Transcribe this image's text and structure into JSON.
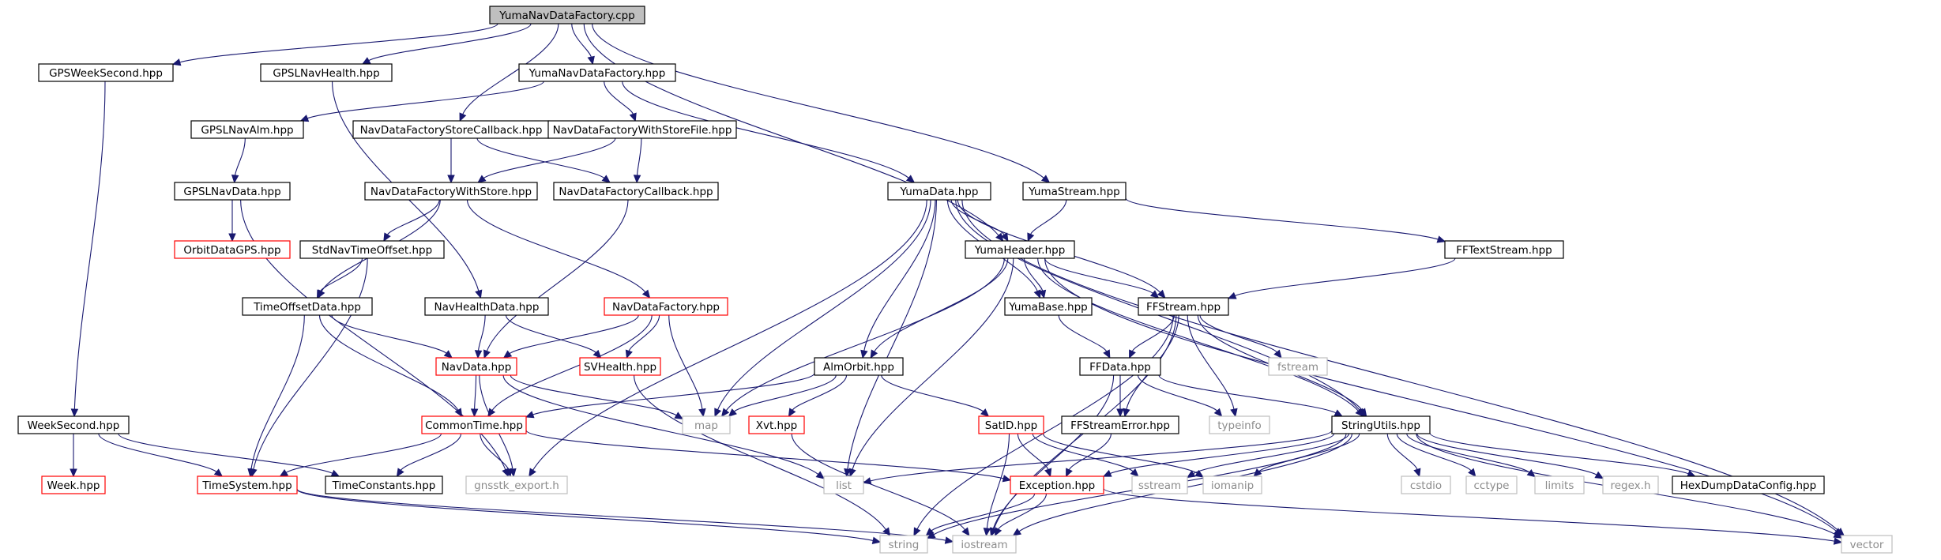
{
  "graph": {
    "colors": {
      "edge": "#191970",
      "node_border_normal": "#000000",
      "node_border_missing": "#bfbfbf",
      "node_border_truncated": "#ff0000",
      "node_fill_root": "#bfbfbf",
      "node_fill": "#ffffff",
      "text_normal": "#000000",
      "text_missing": "#8c8c8c"
    },
    "nodes": [
      {
        "id": "YumaNavDataFactory_cpp",
        "label": "YumaNavDataFactory.cpp",
        "kind": "root"
      },
      {
        "id": "GPSWeekSecond_hpp",
        "label": "GPSWeekSecond.hpp",
        "kind": "normal"
      },
      {
        "id": "GPSLNavHealth_hpp",
        "label": "GPSLNavHealth.hpp",
        "kind": "normal"
      },
      {
        "id": "YumaNavDataFactory_hpp",
        "label": "YumaNavDataFactory.hpp",
        "kind": "normal"
      },
      {
        "id": "GPSLNavAlm_hpp",
        "label": "GPSLNavAlm.hpp",
        "kind": "normal"
      },
      {
        "id": "NavDataFactoryStoreCallback_hpp",
        "label": "NavDataFactoryStoreCallback.hpp",
        "kind": "normal"
      },
      {
        "id": "NavDataFactoryWithStoreFile_hpp",
        "label": "NavDataFactoryWithStoreFile.hpp",
        "kind": "normal"
      },
      {
        "id": "GPSLNavData_hpp",
        "label": "GPSLNavData.hpp",
        "kind": "normal"
      },
      {
        "id": "NavDataFactoryWithStore_hpp",
        "label": "NavDataFactoryWithStore.hpp",
        "kind": "normal"
      },
      {
        "id": "NavDataFactoryCallback_hpp",
        "label": "NavDataFactoryCallback.hpp",
        "kind": "normal"
      },
      {
        "id": "YumaData_hpp",
        "label": "YumaData.hpp",
        "kind": "normal"
      },
      {
        "id": "YumaStream_hpp",
        "label": "YumaStream.hpp",
        "kind": "normal"
      },
      {
        "id": "OrbitDataGPS_hpp",
        "label": "OrbitDataGPS.hpp",
        "kind": "truncated"
      },
      {
        "id": "StdNavTimeOffset_hpp",
        "label": "StdNavTimeOffset.hpp",
        "kind": "normal"
      },
      {
        "id": "YumaHeader_hpp",
        "label": "YumaHeader.hpp",
        "kind": "normal"
      },
      {
        "id": "FFTextStream_hpp",
        "label": "FFTextStream.hpp",
        "kind": "normal"
      },
      {
        "id": "TimeOffsetData_hpp",
        "label": "TimeOffsetData.hpp",
        "kind": "normal"
      },
      {
        "id": "NavHealthData_hpp",
        "label": "NavHealthData.hpp",
        "kind": "normal"
      },
      {
        "id": "NavDataFactory_hpp",
        "label": "NavDataFactory.hpp",
        "kind": "truncated"
      },
      {
        "id": "YumaBase_hpp",
        "label": "YumaBase.hpp",
        "kind": "normal"
      },
      {
        "id": "FFStream_hpp",
        "label": "FFStream.hpp",
        "kind": "normal"
      },
      {
        "id": "fstream",
        "label": "fstream",
        "kind": "missing"
      },
      {
        "id": "NavData_hpp",
        "label": "NavData.hpp",
        "kind": "truncated"
      },
      {
        "id": "SVHealth_hpp",
        "label": "SVHealth.hpp",
        "kind": "truncated"
      },
      {
        "id": "AlmOrbit_hpp",
        "label": "AlmOrbit.hpp",
        "kind": "normal"
      },
      {
        "id": "FFData_hpp",
        "label": "FFData.hpp",
        "kind": "normal"
      },
      {
        "id": "map",
        "label": "map",
        "kind": "missing"
      },
      {
        "id": "Xvt_hpp",
        "label": "Xvt.hpp",
        "kind": "truncated"
      },
      {
        "id": "SatID_hpp",
        "label": "SatID.hpp",
        "kind": "truncated"
      },
      {
        "id": "FFStreamError_hpp",
        "label": "FFStreamError.hpp",
        "kind": "normal"
      },
      {
        "id": "typeinfo",
        "label": "typeinfo",
        "kind": "missing"
      },
      {
        "id": "StringUtils_hpp",
        "label": "StringUtils.hpp",
        "kind": "normal"
      },
      {
        "id": "WeekSecond_hpp",
        "label": "WeekSecond.hpp",
        "kind": "normal"
      },
      {
        "id": "CommonTime_hpp",
        "label": "CommonTime.hpp",
        "kind": "truncated"
      },
      {
        "id": "Week_hpp",
        "label": "Week.hpp",
        "kind": "truncated"
      },
      {
        "id": "TimeSystem_hpp",
        "label": "TimeSystem.hpp",
        "kind": "truncated"
      },
      {
        "id": "TimeConstants_hpp",
        "label": "TimeConstants.hpp",
        "kind": "normal"
      },
      {
        "id": "gnsstk_export_h",
        "label": "gnsstk_export.h",
        "kind": "missing"
      },
      {
        "id": "list",
        "label": "list",
        "kind": "missing"
      },
      {
        "id": "Exception_hpp",
        "label": "Exception.hpp",
        "kind": "truncated"
      },
      {
        "id": "sstream",
        "label": "sstream",
        "kind": "missing"
      },
      {
        "id": "iomanip",
        "label": "iomanip",
        "kind": "missing"
      },
      {
        "id": "cstdio",
        "label": "cstdio",
        "kind": "missing"
      },
      {
        "id": "cctype",
        "label": "cctype",
        "kind": "missing"
      },
      {
        "id": "limits",
        "label": "limits",
        "kind": "missing"
      },
      {
        "id": "regex_h",
        "label": "regex.h",
        "kind": "missing"
      },
      {
        "id": "HexDumpDataConfig_hpp",
        "label": "HexDumpDataConfig.hpp",
        "kind": "normal"
      },
      {
        "id": "string",
        "label": "string",
        "kind": "missing"
      },
      {
        "id": "iostream",
        "label": "iostream",
        "kind": "missing"
      },
      {
        "id": "vector",
        "label": "vector",
        "kind": "missing"
      }
    ],
    "edges": [
      [
        "YumaNavDataFactory_cpp",
        "GPSWeekSecond_hpp"
      ],
      [
        "YumaNavDataFactory_cpp",
        "GPSLNavHealth_hpp"
      ],
      [
        "YumaNavDataFactory_cpp",
        "NavDataFactoryStoreCallback_hpp"
      ],
      [
        "YumaNavDataFactory_cpp",
        "YumaNavDataFactory_hpp"
      ],
      [
        "YumaNavDataFactory_cpp",
        "YumaHeader_hpp"
      ],
      [
        "YumaNavDataFactory_cpp",
        "YumaStream_hpp"
      ],
      [
        "GPSWeekSecond_hpp",
        "WeekSecond_hpp"
      ],
      [
        "GPSLNavHealth_hpp",
        "NavHealthData_hpp"
      ],
      [
        "YumaNavDataFactory_hpp",
        "GPSLNavAlm_hpp"
      ],
      [
        "YumaNavDataFactory_hpp",
        "NavDataFactoryWithStoreFile_hpp"
      ],
      [
        "YumaNavDataFactory_hpp",
        "YumaData_hpp"
      ],
      [
        "GPSLNavAlm_hpp",
        "GPSLNavData_hpp"
      ],
      [
        "GPSLNavData_hpp",
        "OrbitDataGPS_hpp"
      ],
      [
        "GPSLNavData_hpp",
        "gnsstk_export_h"
      ],
      [
        "NavDataFactoryStoreCallback_hpp",
        "NavDataFactoryWithStore_hpp"
      ],
      [
        "NavDataFactoryStoreCallback_hpp",
        "NavDataFactoryCallback_hpp"
      ],
      [
        "NavDataFactoryWithStoreFile_hpp",
        "NavDataFactoryWithStore_hpp"
      ],
      [
        "NavDataFactoryWithStoreFile_hpp",
        "NavDataFactoryCallback_hpp"
      ],
      [
        "NavDataFactoryWithStore_hpp",
        "StdNavTimeOffset_hpp"
      ],
      [
        "NavDataFactoryWithStore_hpp",
        "TimeOffsetData_hpp"
      ],
      [
        "NavDataFactoryWithStore_hpp",
        "NavDataFactory_hpp"
      ],
      [
        "NavDataFactoryCallback_hpp",
        "NavData_hpp"
      ],
      [
        "StdNavTimeOffset_hpp",
        "TimeOffsetData_hpp"
      ],
      [
        "StdNavTimeOffset_hpp",
        "TimeSystem_hpp"
      ],
      [
        "TimeOffsetData_hpp",
        "NavData_hpp"
      ],
      [
        "TimeOffsetData_hpp",
        "CommonTime_hpp"
      ],
      [
        "TimeOffsetData_hpp",
        "TimeSystem_hpp"
      ],
      [
        "NavHealthData_hpp",
        "NavData_hpp"
      ],
      [
        "NavHealthData_hpp",
        "SVHealth_hpp"
      ],
      [
        "NavDataFactory_hpp",
        "NavData_hpp"
      ],
      [
        "NavDataFactory_hpp",
        "SVHealth_hpp"
      ],
      [
        "NavDataFactory_hpp",
        "CommonTime_hpp"
      ],
      [
        "NavDataFactory_hpp",
        "map"
      ],
      [
        "SVHealth_hpp",
        "string"
      ],
      [
        "NavData_hpp",
        "CommonTime_hpp"
      ],
      [
        "NavData_hpp",
        "map"
      ],
      [
        "NavData_hpp",
        "list"
      ],
      [
        "NavData_hpp",
        "gnsstk_export_h"
      ],
      [
        "YumaData_hpp",
        "YumaHeader_hpp"
      ],
      [
        "YumaData_hpp",
        "YumaBase_hpp"
      ],
      [
        "YumaData_hpp",
        "FFStream_hpp"
      ],
      [
        "YumaData_hpp",
        "AlmOrbit_hpp"
      ],
      [
        "YumaData_hpp",
        "map"
      ],
      [
        "YumaData_hpp",
        "list"
      ],
      [
        "YumaData_hpp",
        "StringUtils_hpp"
      ],
      [
        "YumaData_hpp",
        "gnsstk_export_h"
      ],
      [
        "YumaData_hpp",
        "vector"
      ],
      [
        "YumaStream_hpp",
        "YumaHeader_hpp"
      ],
      [
        "YumaStream_hpp",
        "FFTextStream_hpp"
      ],
      [
        "FFTextStream_hpp",
        "FFStream_hpp"
      ],
      [
        "YumaHeader_hpp",
        "YumaBase_hpp"
      ],
      [
        "YumaHeader_hpp",
        "FFStream_hpp"
      ],
      [
        "YumaHeader_hpp",
        "AlmOrbit_hpp"
      ],
      [
        "YumaHeader_hpp",
        "map"
      ],
      [
        "YumaHeader_hpp",
        "list"
      ],
      [
        "YumaHeader_hpp",
        "StringUtils_hpp"
      ],
      [
        "YumaHeader_hpp",
        "vector"
      ],
      [
        "YumaBase_hpp",
        "FFData_hpp"
      ],
      [
        "FFStream_hpp",
        "FFData_hpp"
      ],
      [
        "FFStream_hpp",
        "fstream"
      ],
      [
        "FFStream_hpp",
        "FFStreamError_hpp"
      ],
      [
        "FFStream_hpp",
        "typeinfo"
      ],
      [
        "FFStream_hpp",
        "StringUtils_hpp"
      ],
      [
        "FFStream_hpp",
        "string"
      ],
      [
        "FFStream_hpp",
        "iostream"
      ],
      [
        "FFData_hpp",
        "FFStreamError_hpp"
      ],
      [
        "FFData_hpp",
        "typeinfo"
      ],
      [
        "FFData_hpp",
        "StringUtils_hpp"
      ],
      [
        "FFData_hpp",
        "iostream"
      ],
      [
        "FFStreamError_hpp",
        "Exception_hpp"
      ],
      [
        "AlmOrbit_hpp",
        "map"
      ],
      [
        "AlmOrbit_hpp",
        "Xvt_hpp"
      ],
      [
        "AlmOrbit_hpp",
        "SatID_hpp"
      ],
      [
        "AlmOrbit_hpp",
        "CommonTime_hpp"
      ],
      [
        "Xvt_hpp",
        "iostream"
      ],
      [
        "SatID_hpp",
        "Exception_hpp"
      ],
      [
        "SatID_hpp",
        "sstream"
      ],
      [
        "SatID_hpp",
        "iomanip"
      ],
      [
        "SatID_hpp",
        "iostream"
      ],
      [
        "CommonTime_hpp",
        "TimeSystem_hpp"
      ],
      [
        "CommonTime_hpp",
        "TimeConstants_hpp"
      ],
      [
        "CommonTime_hpp",
        "gnsstk_export_h"
      ],
      [
        "CommonTime_hpp",
        "Exception_hpp"
      ],
      [
        "WeekSecond_hpp",
        "Week_hpp"
      ],
      [
        "WeekSecond_hpp",
        "TimeSystem_hpp"
      ],
      [
        "WeekSecond_hpp",
        "TimeConstants_hpp"
      ],
      [
        "TimeSystem_hpp",
        "string"
      ],
      [
        "TimeSystem_hpp",
        "iostream"
      ],
      [
        "Exception_hpp",
        "string"
      ],
      [
        "Exception_hpp",
        "iostream"
      ],
      [
        "Exception_hpp",
        "vector"
      ],
      [
        "StringUtils_hpp",
        "list"
      ],
      [
        "StringUtils_hpp",
        "Exception_hpp"
      ],
      [
        "StringUtils_hpp",
        "sstream"
      ],
      [
        "StringUtils_hpp",
        "iomanip"
      ],
      [
        "StringUtils_hpp",
        "cstdio"
      ],
      [
        "StringUtils_hpp",
        "cctype"
      ],
      [
        "StringUtils_hpp",
        "limits"
      ],
      [
        "StringUtils_hpp",
        "regex_h"
      ],
      [
        "StringUtils_hpp",
        "HexDumpDataConfig_hpp"
      ],
      [
        "StringUtils_hpp",
        "string"
      ],
      [
        "StringUtils_hpp",
        "iostream"
      ],
      [
        "StringUtils_hpp",
        "vector"
      ]
    ]
  }
}
